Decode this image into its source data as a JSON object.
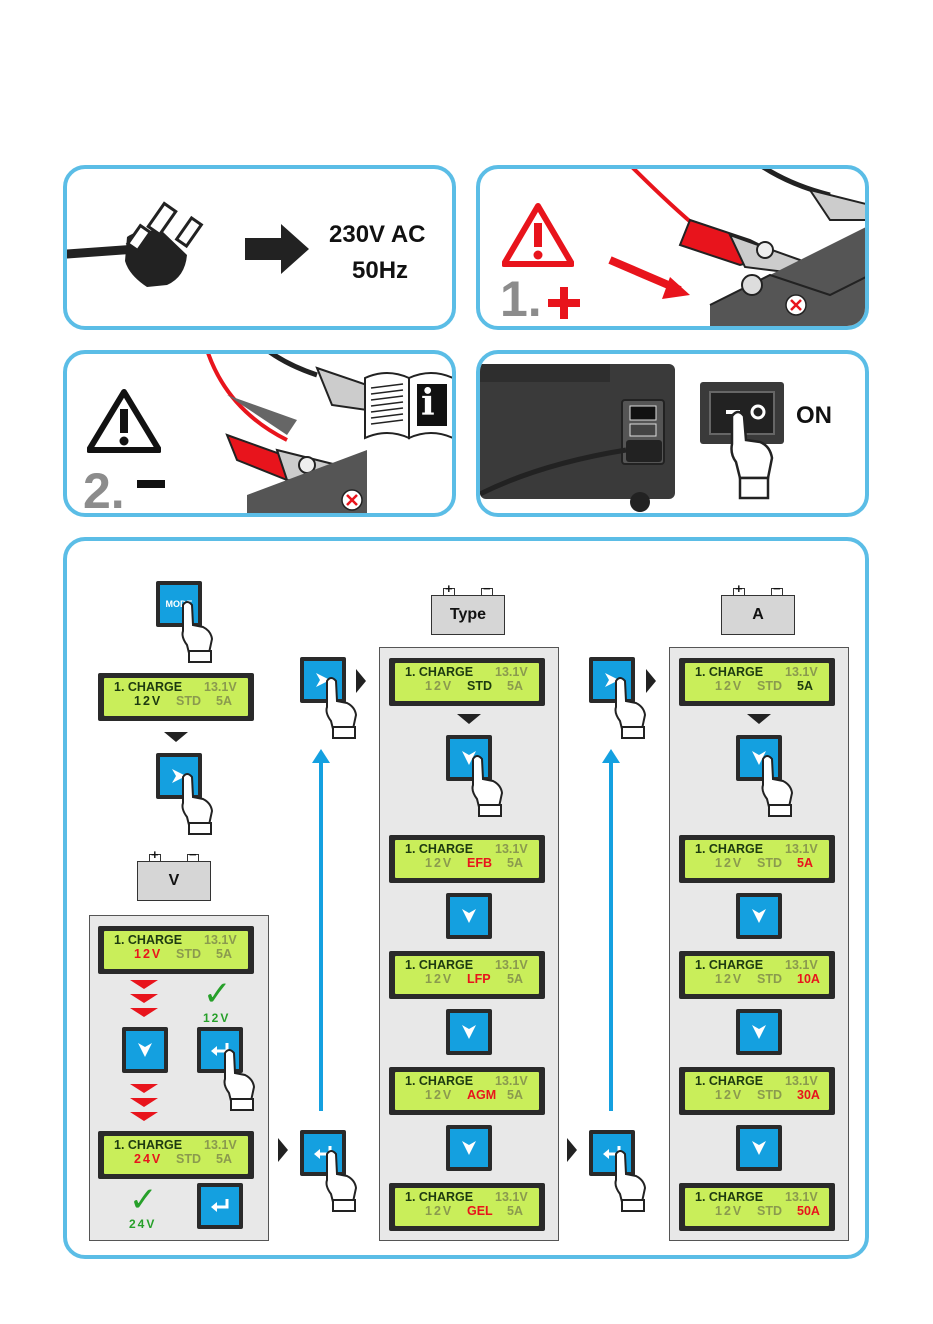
{
  "power": {
    "line1": "230V AC",
    "line2": "50Hz"
  },
  "steps": {
    "step1": "1.",
    "step2": "2.",
    "on_label": "ON",
    "info": "i"
  },
  "flow": {
    "mode_label": "MODE",
    "battery_v": "V",
    "battery_type": "Type",
    "battery_a": "A",
    "plus": "+",
    "minus": "−",
    "check_12v": "12V",
    "check_24v": "24V",
    "lcd_mode": {
      "l1a": "1. CHARGE",
      "l1b": "13.1V",
      "v": "12V",
      "t": "STD",
      "a": "5A"
    },
    "lcd_volt": [
      {
        "l1a": "1. CHARGE",
        "l1b": "13.1V",
        "v": "12V",
        "t": "STD",
        "a": "5A"
      },
      {
        "l1a": "1. CHARGE",
        "l1b": "13.1V",
        "v": "24V",
        "t": "STD",
        "a": "5A"
      }
    ],
    "lcd_type": [
      {
        "l1a": "1. CHARGE",
        "l1b": "13.1V",
        "v": "12V",
        "t": "STD",
        "a": "5A"
      },
      {
        "l1a": "1. CHARGE",
        "l1b": "13.1V",
        "v": "12V",
        "t": "EFB",
        "a": "5A"
      },
      {
        "l1a": "1. CHARGE",
        "l1b": "13.1V",
        "v": "12V",
        "t": "LFP",
        "a": "5A"
      },
      {
        "l1a": "1. CHARGE",
        "l1b": "13.1V",
        "v": "12V",
        "t": "AGM",
        "a": "5A"
      },
      {
        "l1a": "1. CHARGE",
        "l1b": "13.1V",
        "v": "12V",
        "t": "GEL",
        "a": "5A"
      }
    ],
    "lcd_amp": [
      {
        "l1a": "1. CHARGE",
        "l1b": "13.1V",
        "v": "12V",
        "t": "STD",
        "a": "5A"
      },
      {
        "l1a": "1. CHARGE",
        "l1b": "13.1V",
        "v": "12V",
        "t": "STD",
        "a": "5A"
      },
      {
        "l1a": "1. CHARGE",
        "l1b": "13.1V",
        "v": "12V",
        "t": "STD",
        "a": "10A"
      },
      {
        "l1a": "1. CHARGE",
        "l1b": "13.1V",
        "v": "12V",
        "t": "STD",
        "a": "30A"
      },
      {
        "l1a": "1. CHARGE",
        "l1b": "13.1V",
        "v": "12V",
        "t": "STD",
        "a": "50A"
      }
    ]
  },
  "colors": {
    "frame": "#5bbde6",
    "button": "#14a0e0",
    "lcd": "#c9ee5a",
    "highlight": "#e8141c",
    "check": "#27a02a"
  }
}
